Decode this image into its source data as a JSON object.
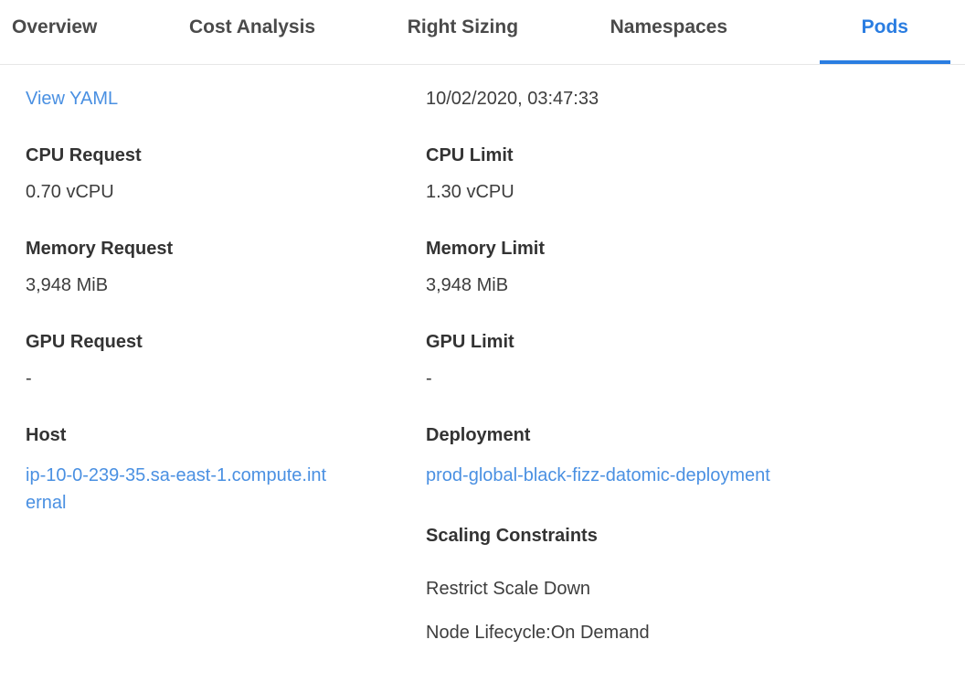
{
  "colors": {
    "active_blue": "#2a7de1",
    "link_blue": "#4a90e2",
    "label_gray": "#333333",
    "value_gray": "#3d3d3d",
    "tab_gray": "#4a4a4a",
    "divider_gray": "#e7e7e7"
  },
  "tabs": {
    "items": [
      {
        "label": "Overview"
      },
      {
        "label": "Cost Analysis"
      },
      {
        "label": "Right Sizing"
      },
      {
        "label": "Namespaces"
      },
      {
        "label": "Pods"
      }
    ],
    "active": "Pods"
  },
  "details": {
    "view_yaml_label": "View YAML",
    "timestamp": "10/02/2020, 03:47:33",
    "fields": {
      "cpu_request": {
        "label": "CPU Request",
        "value": "0.70 vCPU"
      },
      "cpu_limit": {
        "label": "CPU Limit",
        "value": "1.30 vCPU"
      },
      "memory_request": {
        "label": "Memory Request",
        "value": "3,948 MiB"
      },
      "memory_limit": {
        "label": "Memory Limit",
        "value": "3,948 MiB"
      },
      "gpu_request": {
        "label": "GPU Request",
        "value": "-"
      },
      "gpu_limit": {
        "label": "GPU Limit",
        "value": "-"
      },
      "host": {
        "label": "Host",
        "value": "ip-10-0-239-35.sa-east-1.compute.internal"
      },
      "deployment": {
        "label": "Deployment",
        "value": "prod-global-black-fizz-datomic-deployment"
      },
      "scaling_constraints": {
        "label": "Scaling Constraints",
        "items": [
          "Restrict Scale Down",
          "Node Lifecycle:On Demand"
        ]
      }
    }
  }
}
